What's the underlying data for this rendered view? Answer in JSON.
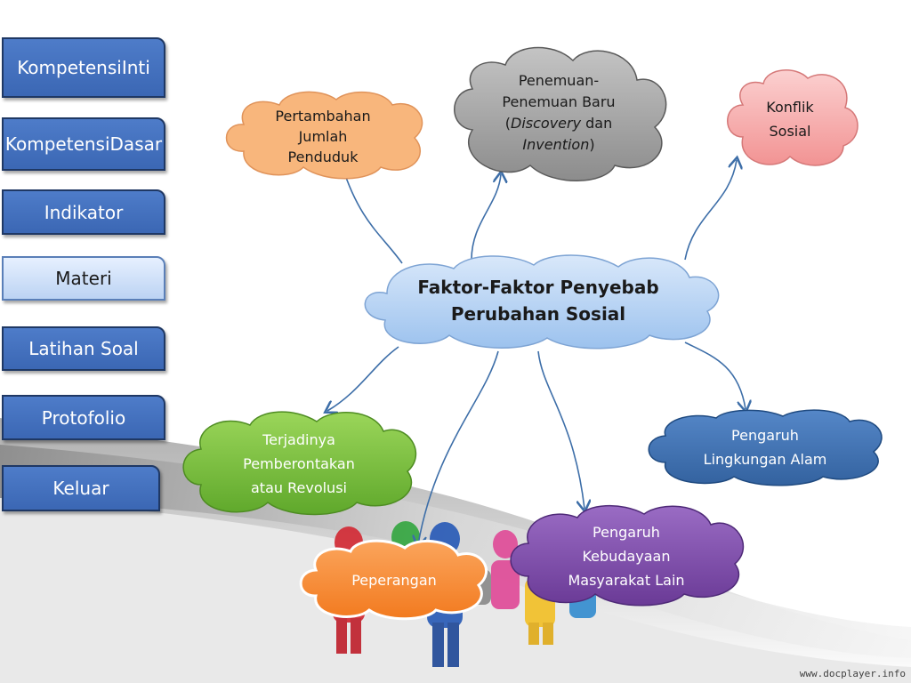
{
  "nav": {
    "kompetensi_inti": [
      "Kompetensi",
      "Inti"
    ],
    "kompetensi_dasar": [
      "Kompetensi",
      "Dasar"
    ],
    "indikator": "Indikator",
    "materi": "Materi",
    "latihan_soal": "Latihan Soal",
    "protofolio": "Protofolio",
    "keluar": "Keluar"
  },
  "center": {
    "line1": "Faktor-Faktor Penyebab",
    "line2": "Perubahan Sosial"
  },
  "nodes": {
    "pertambahan": [
      "Pertambahan",
      "Jumlah",
      "Penduduk"
    ],
    "penemuan": {
      "line1": "Penemuan-",
      "line2": "Penemuan Baru",
      "line3_open": "(",
      "line3_italic": "Discovery",
      "line3_rest": " dan",
      "line4_italic": "Invention",
      "line4_close": ")"
    },
    "konflik": [
      "Konflik",
      "Sosial"
    ],
    "pemberontakan": [
      "Terjadinya",
      "Pemberontakan",
      "atau Revolusi"
    ],
    "peperangan": "Peperangan",
    "kebudayaan": [
      "Pengaruh",
      "Kebudayaan",
      "Masyarakat Lain"
    ],
    "lingkungan": [
      "Pengaruh",
      "Lingkungan Alam"
    ]
  },
  "colors": {
    "center": "#bcd7f5",
    "pertambahan": "#f8b67c",
    "penemuan": "#a9a9a9",
    "konflik": "#f5a6a6",
    "pemberontakan": "#7cc23e",
    "peperangan": "#f7892e",
    "kebudayaan": "#7d4aa6",
    "lingkungan": "#3e6fb0",
    "nav": "#3f6cb8"
  },
  "watermark": "www.docplayer.info"
}
